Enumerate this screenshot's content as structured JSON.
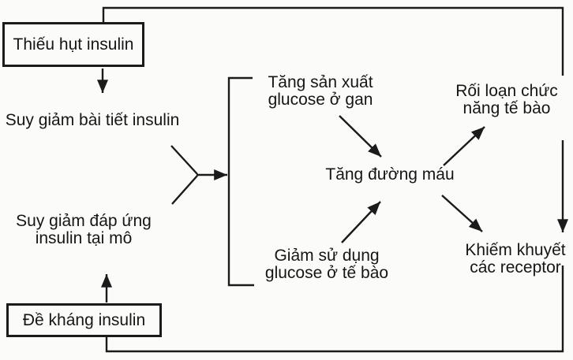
{
  "diagram": {
    "boxes": {
      "insulin_deficiency": "Thiếu hụt insulin",
      "insulin_resistance": "Đề kháng insulin"
    },
    "labels": {
      "decreased_secretion": "Suy giảm bài tiết insulin",
      "decreased_response": {
        "line1": "Suy giảm đáp ứng",
        "line2": "insulin tại mô"
      },
      "liver_glucose": {
        "line1": "Tăng sản xuất",
        "line2": "glucose ở gan"
      },
      "cell_glucose": {
        "line1": "Giảm sử dụng",
        "line2": "glucose ở tế bào"
      },
      "hyperglycemia": "Tăng đường máu",
      "cell_dysfunction": {
        "line1": "Rối loạn chức",
        "line2": "năng tế bào"
      },
      "receptor_defect": {
        "line1": "Khiếm khuyết",
        "line2": "các receptor"
      }
    },
    "colors": {
      "ink": "#1b1b1b",
      "paper": "#fbfbf9"
    }
  }
}
